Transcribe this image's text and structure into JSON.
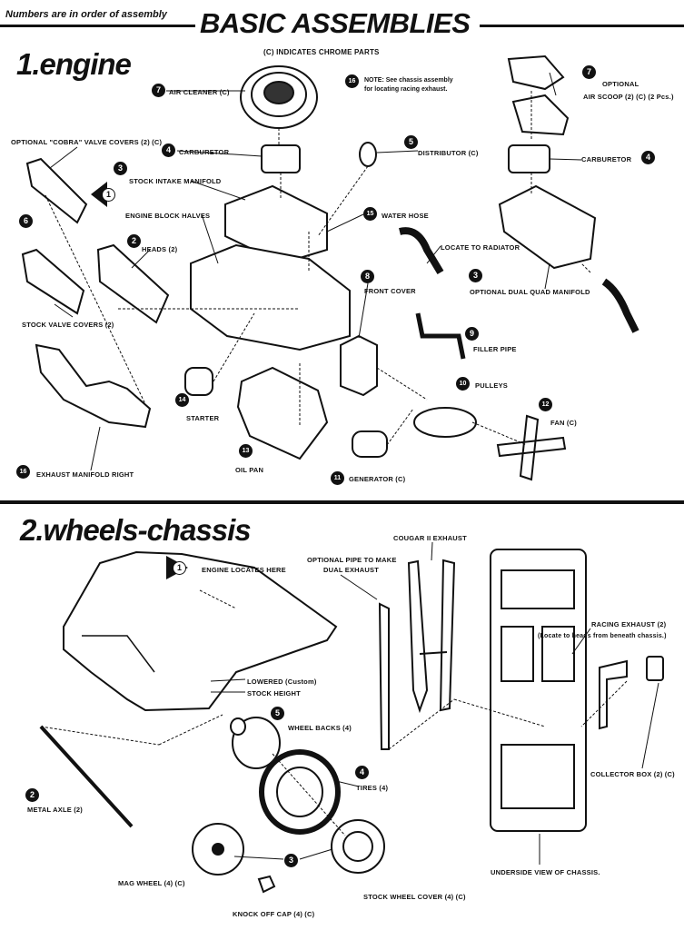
{
  "header": {
    "left_note": "Numbers are in order of assembly",
    "title": "BASIC ASSEMBLIES",
    "subtitle": "(C) INDICATES CHROME PARTS"
  },
  "engine": {
    "heading": "1.engine",
    "note_num": "16",
    "note_line1": "NOTE: See chassis assembly",
    "note_line2": "for locating racing exhaust.",
    "labels": {
      "air_cleaner": "AIR CLEANER (C)",
      "carburetor": "CARBURETOR",
      "stock_intake": "STOCK INTAKE MANIFOLD",
      "engine_block": "ENGINE BLOCK HALVES",
      "heads": "HEADS (2)",
      "cobra_covers": "OPTIONAL \"COBRA\" VALVE COVERS (2) (C)",
      "stock_valve_covers": "STOCK VALVE COVERS (2)",
      "exhaust_manifold": "EXHAUST MANIFOLD RIGHT",
      "starter": "STARTER",
      "oil_pan": "OIL PAN",
      "distributor": "DISTRIBUTOR (C)",
      "water_hose": "WATER HOSE",
      "locate_radiator": "LOCATE TO RADIATOR",
      "front_cover": "FRONT COVER",
      "filler_pipe": "FILLER PIPE",
      "pulleys": "PULLEYS",
      "fan": "FAN (C)",
      "generator": "GENERATOR (C)",
      "optional": "OPTIONAL",
      "air_scoop": "AIR SCOOP (2) (C) (2 Pcs.)",
      "carburetor_right": "CARBURETOR",
      "dual_quad": "OPTIONAL DUAL QUAD MANIFOLD"
    },
    "numbers": {
      "n7a": "7",
      "n4": "4",
      "n3": "3",
      "n1": "1",
      "n6": "6",
      "n2": "2",
      "n16": "16",
      "n14": "14",
      "n13": "13",
      "n5": "5",
      "n15": "15",
      "n8": "8",
      "n9": "9",
      "n10": "10",
      "n12": "12",
      "n11": "11",
      "n7b": "7",
      "n4b": "4",
      "n3b": "3"
    }
  },
  "wheels": {
    "heading": "2.wheels-chassis",
    "labels": {
      "engine_locates": "ENGINE LOCATES HERE",
      "optional_pipe1": "OPTIONAL PIPE TO MAKE",
      "optional_pipe2": "DUAL EXHAUST",
      "cougar": "COUGAR II EXHAUST",
      "racing_exhaust": "RACING EXHAUST (2)",
      "racing_note": "(Locate to heads from beneath chassis.)",
      "lowered": "LOWERED (Custom)",
      "stock_height": "STOCK HEIGHT",
      "wheel_backs": "WHEEL BACKS (4)",
      "tires": "TIRES (4)",
      "metal_axle": "METAL AXLE (2)",
      "mag_wheel": "MAG WHEEL (4) (C)",
      "knock_off": "KNOCK OFF CAP (4) (C)",
      "stock_wheel": "STOCK WHEEL COVER (4) (C)",
      "underside": "UNDERSIDE VIEW OF CHASSIS.",
      "collector": "COLLECTOR BOX (2) (C)"
    },
    "numbers": {
      "n1": "1",
      "n5": "5",
      "n4": "4",
      "n2": "2",
      "n3": "3"
    }
  }
}
